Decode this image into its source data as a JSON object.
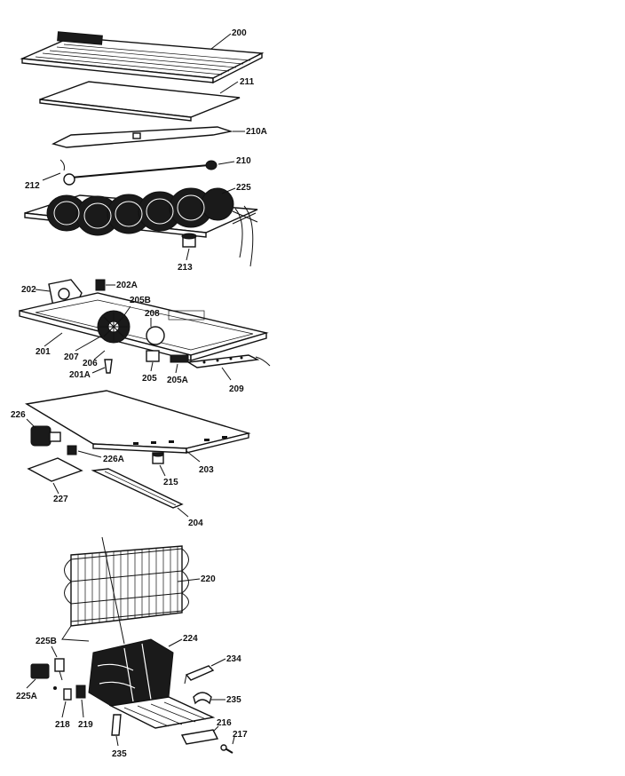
{
  "labels": {
    "l200": "200",
    "l211": "211",
    "l210a": "210A",
    "l210": "210",
    "l212": "212",
    "l225": "225",
    "l213": "213",
    "l202": "202",
    "l202a": "202A",
    "l205b": "205B",
    "l208": "208",
    "l201": "201",
    "l207": "207",
    "l206": "206",
    "l201a": "201A",
    "l205": "205",
    "l205a": "205A",
    "l209": "209",
    "l226": "226",
    "l226a": "226A",
    "l203": "203",
    "l215": "215",
    "l227": "227",
    "l204": "204",
    "l220": "220",
    "l225b": "225B",
    "l224": "224",
    "l234": "234",
    "l225a": "225A",
    "l235a": "235",
    "l218": "218",
    "l219": "219",
    "l216": "216",
    "l217": "217",
    "l235b": "235"
  }
}
